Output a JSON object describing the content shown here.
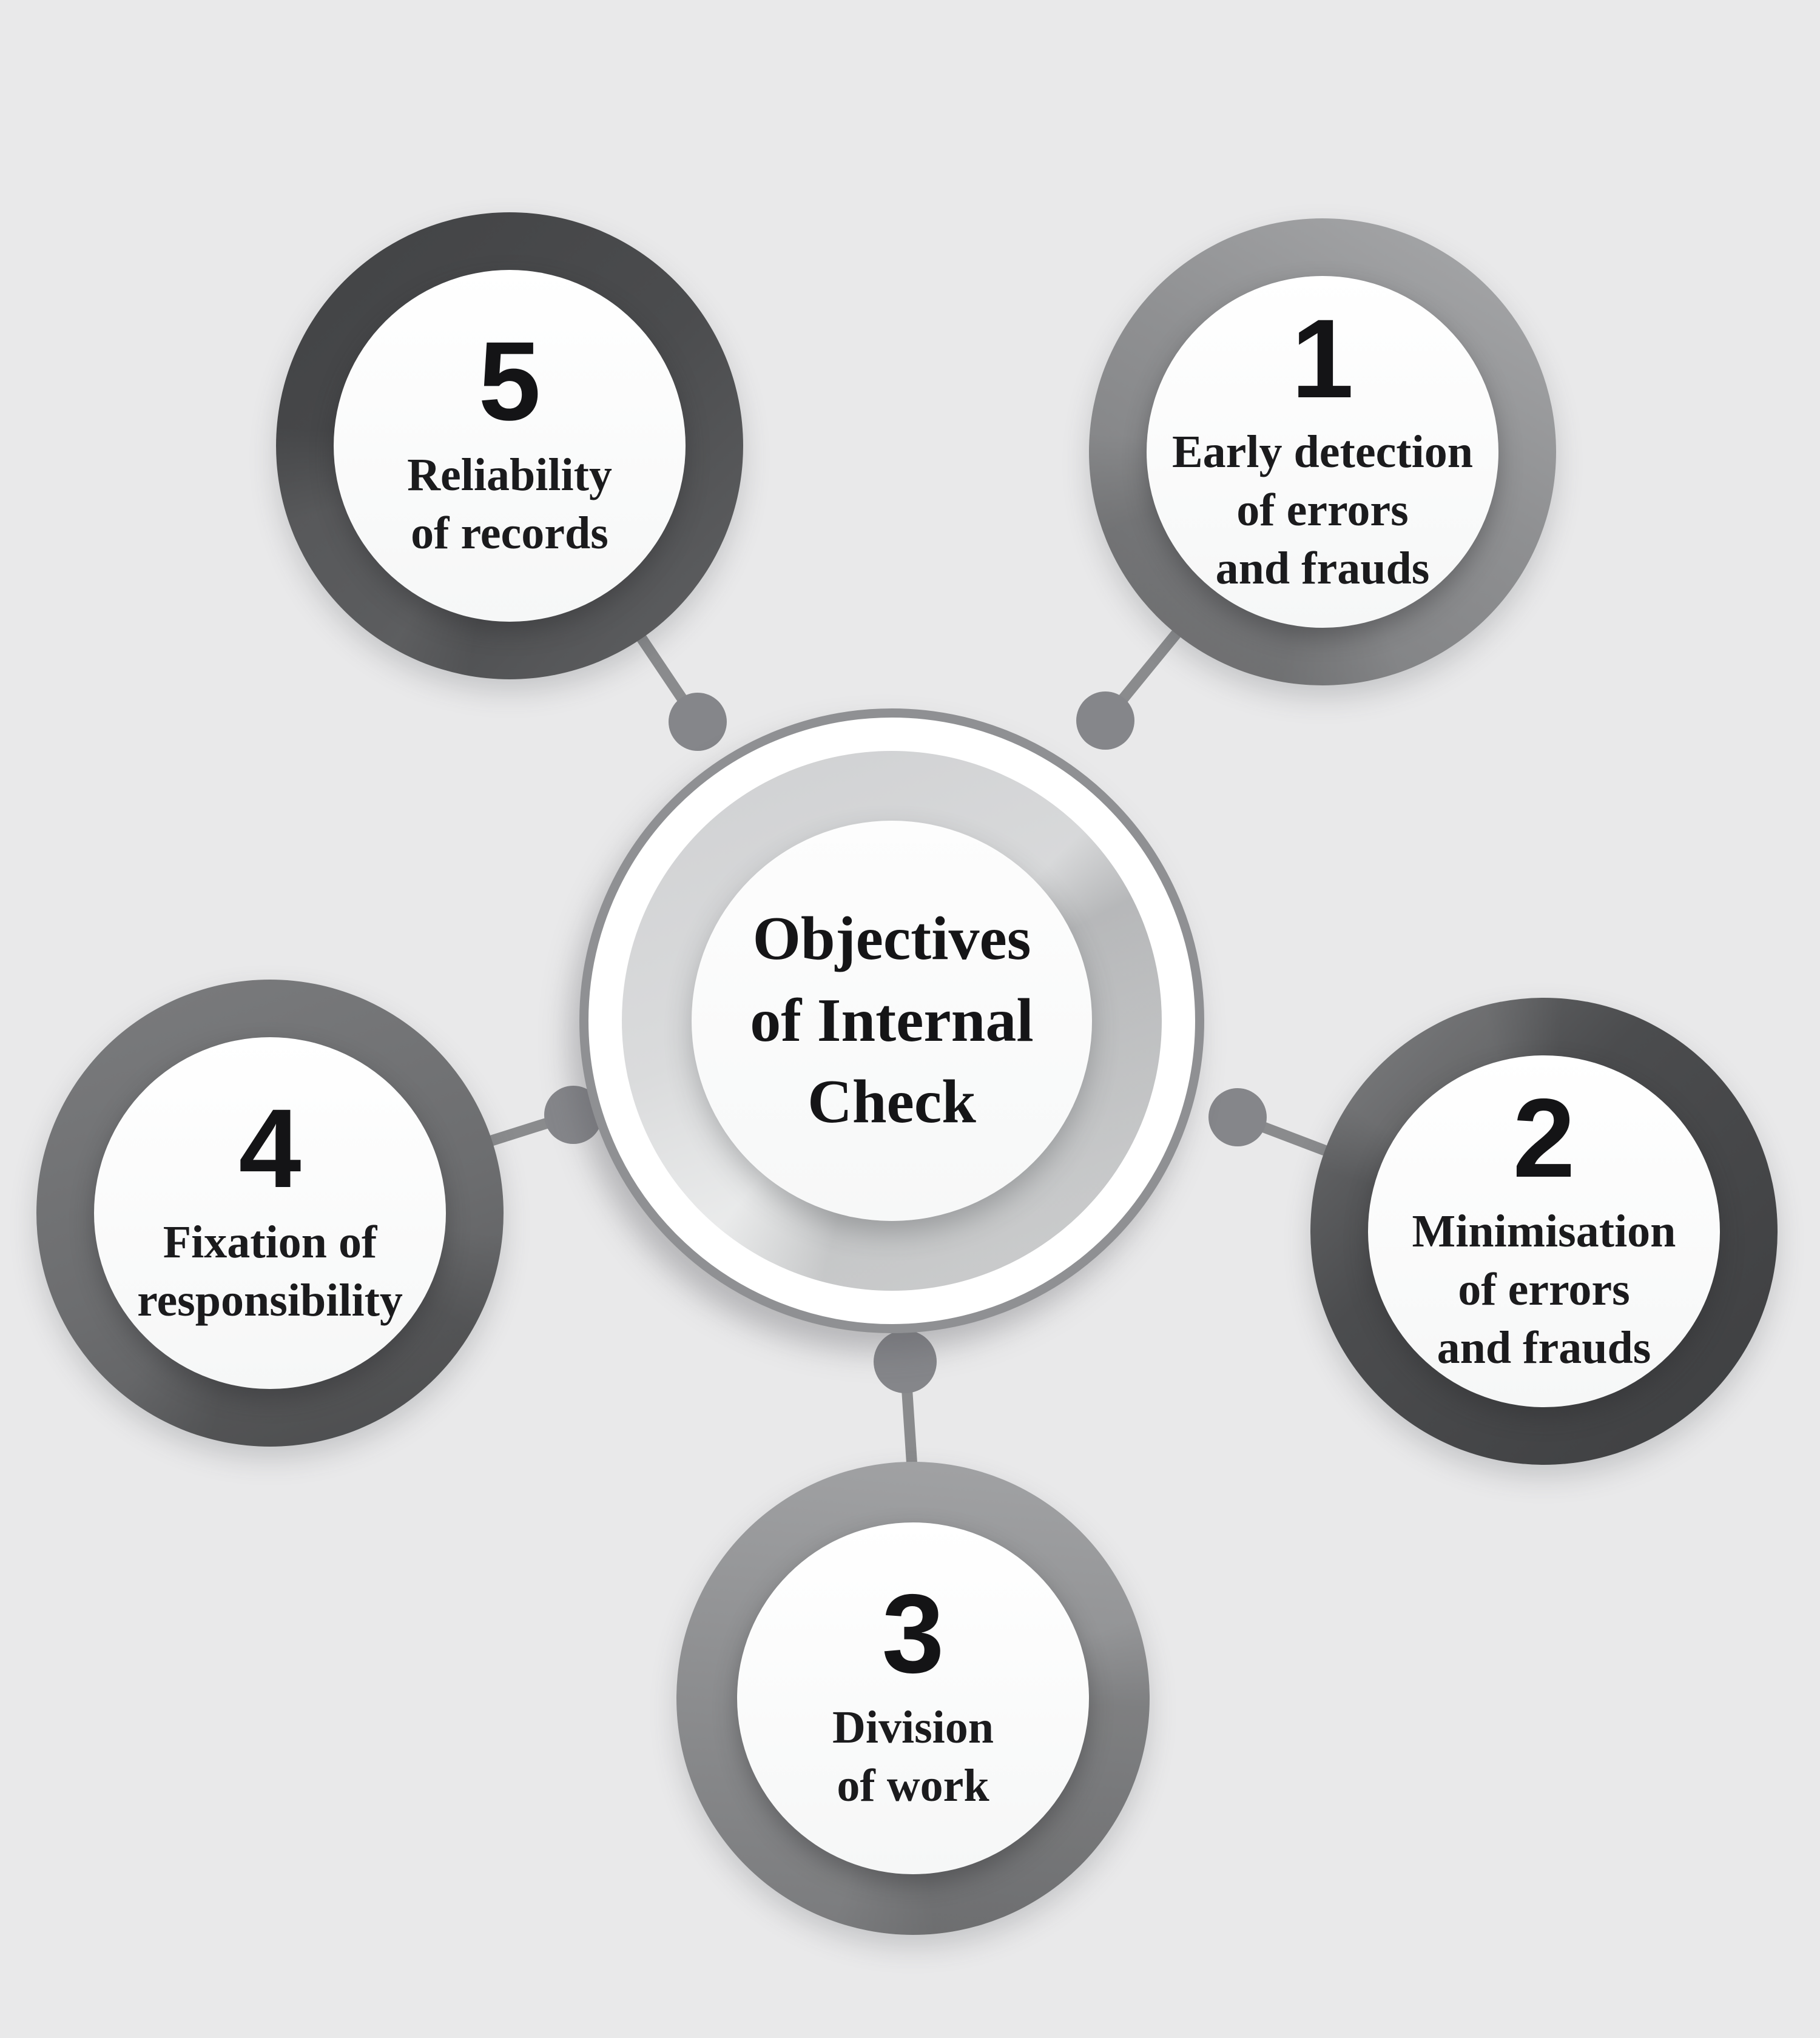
{
  "diagram": {
    "center": {
      "title_lines": [
        "Objectives",
        "of Internal",
        "Check"
      ]
    },
    "nodes": [
      {
        "number": "1",
        "label_lines": [
          "Early detection",
          "of errors",
          "and frauds"
        ]
      },
      {
        "number": "2",
        "label_lines": [
          "Minimisation",
          "of errors",
          "and frauds"
        ]
      },
      {
        "number": "3",
        "label_lines": [
          "Division",
          "of work"
        ]
      },
      {
        "number": "4",
        "label_lines": [
          "Fixation of",
          "responsibility"
        ]
      },
      {
        "number": "5",
        "label_lines": [
          "Reliability",
          "of records"
        ]
      }
    ],
    "colors": {
      "background": "#e9e9ea",
      "connector_line": "#8a8b8d",
      "connector_dot": "#85868a",
      "center_border": "#8f9093",
      "center_ring": "#d5d6d8",
      "inner_circle": "#fbfbfc",
      "text": "#1b1b1d",
      "ring_1": "#8e8f91",
      "ring_2": "#48494b",
      "ring_3": "#909193",
      "ring_4": "#6d6e70",
      "ring_5": "#4c4d4f"
    }
  }
}
